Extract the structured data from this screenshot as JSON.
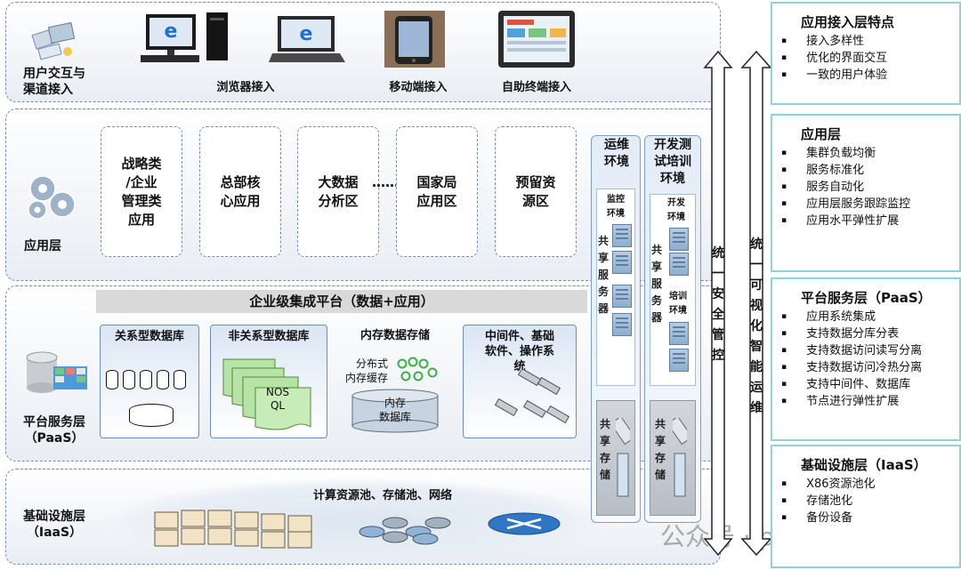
{
  "layers": {
    "user_access": {
      "label": "用户交互与\n渠道接入",
      "devices": [
        {
          "name": "desktop-computer-icon",
          "label": "浏览器接入"
        },
        {
          "name": "mobile-phone-icon",
          "label": "移动端接入"
        },
        {
          "name": "kiosk-terminal-icon",
          "label": "自助终端接入"
        }
      ]
    },
    "application": {
      "label": "应用层",
      "boxes": [
        "战略类\n/企业\n管理类\n应用",
        "总部核\n心应用",
        "大数据\n分析区",
        "国家局\n应用区",
        "预留资\n源区"
      ],
      "ellipsis": "……"
    },
    "paas": {
      "label": "平台服务层\n（PaaS）",
      "banner": "企业级集成平台（数据+应用）",
      "relational_db": "关系型数据库",
      "nosql_db": "非关系型数据库",
      "nosql_text": "NOS\nQL",
      "memory_store": "内存数据存储",
      "distributed_cache": "分布式\n内存缓存",
      "memory_db": "内存\n数据库",
      "middleware": "中间件、基础\n软件、操作系\n统"
    },
    "iaas": {
      "label": "基础设施层\n（IaaS）",
      "resources": "计算资源池、存储池、网络"
    }
  },
  "ops_env": {
    "title": "运维\n环境",
    "sub": "监控\n环境",
    "shared_servers": "共享服务器",
    "shared_storage": "共享存储"
  },
  "dev_env": {
    "title": "开发测\n试培训\n环境",
    "sub": "开发\n环境",
    "training": "培训\n环境",
    "shared_servers": "共享服务器",
    "shared_storage": "共享存储"
  },
  "vertical_labels": {
    "security": "统一安全管控",
    "ops": "统一可视化智能运维"
  },
  "features": [
    {
      "title": "应用接入层特点",
      "items": [
        "接入多样性",
        "优化的界面交互",
        "一致的用户体验"
      ]
    },
    {
      "title": "应用层",
      "items": [
        "集群负载均衡",
        "服务标准化",
        "服务自动化",
        "应用层服务跟踪监控",
        "应用水平弹性扩展"
      ]
    },
    {
      "title": "平台服务层（PaaS）",
      "items": [
        "应用系统集成",
        "支持数据分库分表",
        "支持数据访问读写分离",
        "支持数据访问冷热分离",
        "支持中间件、数据库",
        "节点进行弹性扩展"
      ]
    },
    {
      "title": "基础设施层（IaaS）",
      "items": [
        "X86资源池化",
        "存储池化",
        "备份设备"
      ]
    }
  ],
  "watermark": "公众号 · pre_sales",
  "colors": {
    "border": "#6f8db5",
    "accent": "#8fd3d9",
    "banner": "#d9d9d9"
  }
}
